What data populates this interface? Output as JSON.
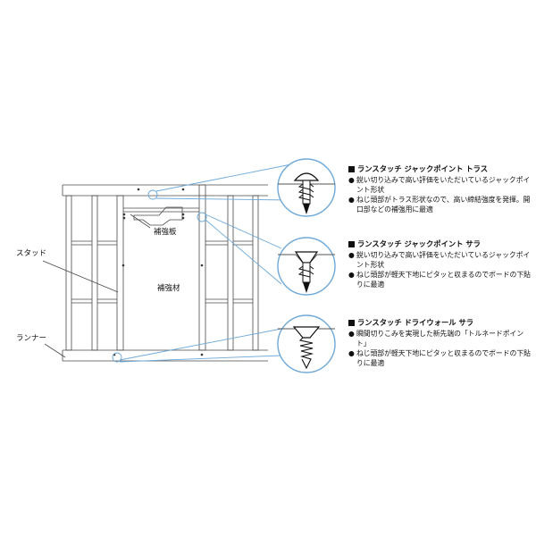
{
  "diagram": {
    "labels": {
      "stud": "スタッド",
      "runner": "ランナー",
      "reinforcing_plate": "補強板",
      "reinforcing_member": "補強材"
    }
  },
  "products": [
    {
      "title": "ランスタッチ ジャックポイント トラス",
      "bullets": [
        "鋭い切り込みで高い評価をいただいているジャックポイント形状",
        "ねじ頭部がトラス形状なので、高い締結強度を発揮。開口部などの補強用に最適"
      ]
    },
    {
      "title": "ランスタッチ ジャックポイント サラ",
      "bullets": [
        "鋭い切り込みで高い評価をいただいているジャックポイント形状",
        "ねじ頭部が軽天下地にピタッと収まるのでボードの下貼りに最適"
      ]
    },
    {
      "title": "ランスタッチ ドライウォール サラ",
      "bullets": [
        "瞬間切りこみを実現した新先端の「トルネードポイント」",
        "ねじ頭部が軽天下地にピタッと収まるのでボードの下貼りに最適"
      ]
    }
  ],
  "icons": {
    "bullet": "black-circle-bullet",
    "title_marker": "black-square"
  }
}
